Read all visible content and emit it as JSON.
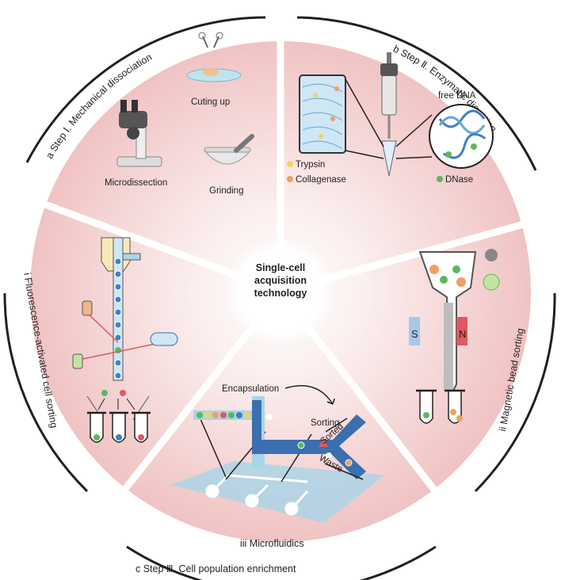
{
  "center": {
    "line1": "Single-cell",
    "line2": "acquisition",
    "line3": "technology"
  },
  "steps": {
    "a": "a  Step Ⅰ. Mechanical dissociation",
    "b": "b  Step Ⅱ. Enzymatic digestion",
    "c": "c  Step Ⅲ. Cell population enrichment"
  },
  "methods": {
    "i": "i  Fluorescence-activated cell sorting",
    "ii": "ii  Magnetic bead sorting",
    "iii": "iii  Microfluidics"
  },
  "panel_a": {
    "cutting": "Cuting up",
    "micro": "Microdissection",
    "grinding": "Grinding"
  },
  "panel_b": {
    "free_dna": "free DNA",
    "trypsin": "Trypsin",
    "collagenase": "Collagenase",
    "dnase": "DNase"
  },
  "panel_mag": {
    "s": "S",
    "n": "N"
  },
  "panel_micro": {
    "encapsulation": "Encapsulation",
    "sorting": "Sorting",
    "sorted": "Sorted",
    "waste": "Waste"
  },
  "colors": {
    "sector_edge": "#f2c9c9",
    "sector_mid": "#f6d6d6",
    "center": "#ffffff",
    "arc": "#231f20",
    "blue_cell": "#3f7fc6",
    "green_cell": "#5cb85c",
    "red_cell": "#e0595f",
    "orange_cell": "#f0a060",
    "yellow_cell": "#f3d35f",
    "channel": "#3a6fb0",
    "chip": "#a8d5e8"
  },
  "icons": [
    "microscope-icon",
    "petri-dish-icon",
    "mortar-icon",
    "pipette-icon",
    "tissue-icon",
    "dna-icon",
    "laser-icon",
    "tube-icon",
    "magnet-icon"
  ]
}
